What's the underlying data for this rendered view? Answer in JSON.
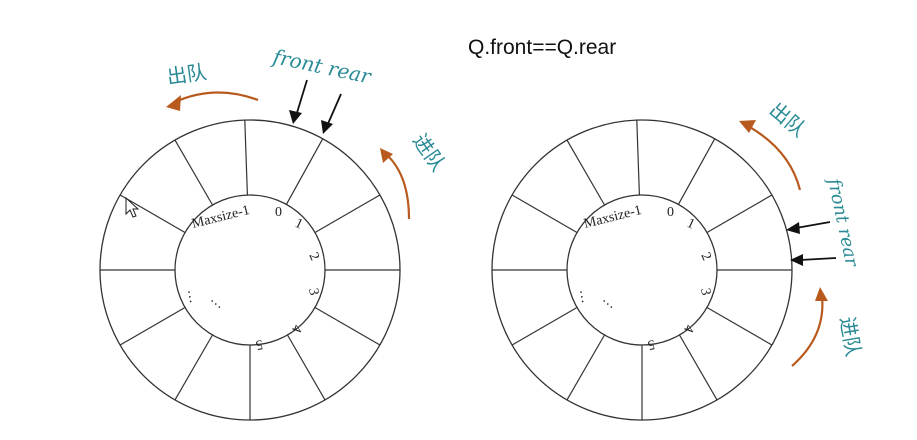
{
  "condition": "Q.front==Q.rear",
  "left": {
    "dequeue_label": "出队",
    "enqueue_label": "进队",
    "pointer_label": "front rear",
    "maxsize_label": "Maxsize-1",
    "index_labels": [
      "0",
      "1",
      "2",
      "3",
      "4",
      "5"
    ],
    "ellipsis": [
      "…",
      "…"
    ]
  },
  "right": {
    "dequeue_label": "出队",
    "enqueue_label": "进队",
    "pointer_label": "front rear",
    "maxsize_label": "Maxsize-1",
    "index_labels": [
      "0",
      "1",
      "2",
      "3",
      "4",
      "5"
    ],
    "ellipsis": [
      "…",
      "…"
    ]
  },
  "colors": {
    "accent_arrow": "#b85a1e",
    "label_teal": "#2a8b96",
    "line": "#333333"
  },
  "cursor_icon": "mouse-pointer-icon"
}
